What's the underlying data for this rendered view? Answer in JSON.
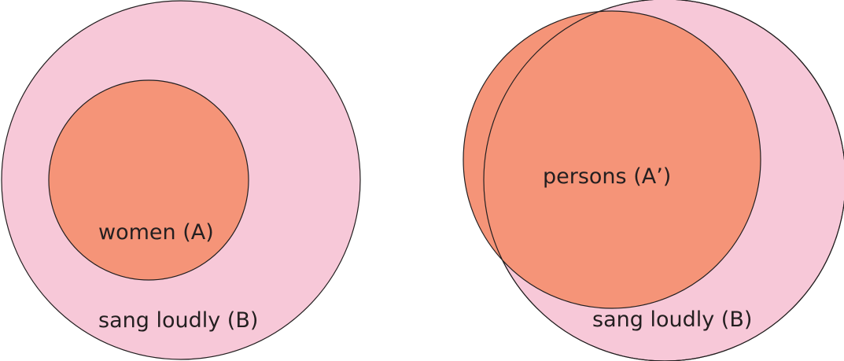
{
  "left_diagram": {
    "outer_label": "sang loudly (B)",
    "inner_label": "women (A)"
  },
  "right_diagram": {
    "outer_label": "sang loudly (B)",
    "inner_label": "persons (A’)"
  },
  "colors": {
    "outer_fill": "#f7c8d8",
    "inner_fill": "#f59478",
    "stroke": "#231f20"
  }
}
